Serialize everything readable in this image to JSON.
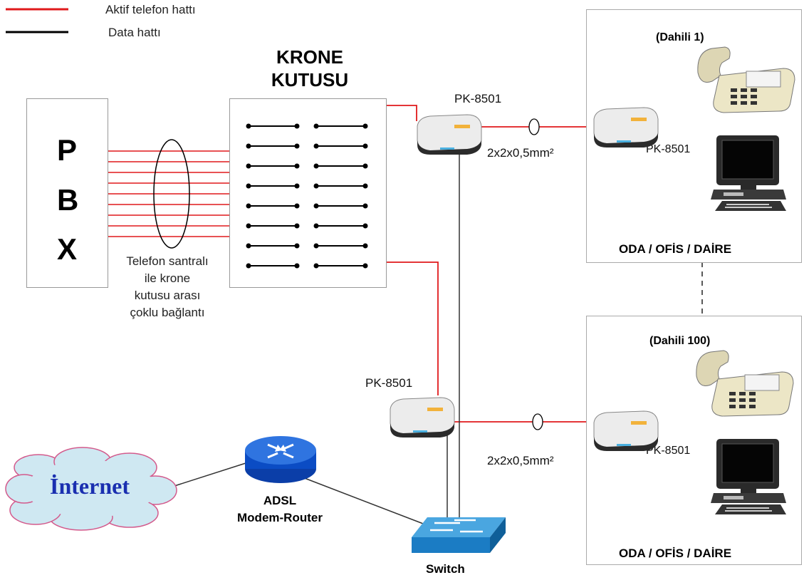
{
  "legend": {
    "red_label": "Aktif telefon hattı",
    "black_label": "Data hattı",
    "red_color": "#e0191b",
    "black_color": "#000000"
  },
  "pbx": {
    "letters": [
      "P",
      "B",
      "X"
    ]
  },
  "krone": {
    "title_line1": "KRONE",
    "title_line2": "KUTUSU"
  },
  "pbx_note": [
    "Telefon santralı",
    "ile krone",
    "kutusu arası",
    "çoklu bağlantı"
  ],
  "devices": {
    "pk_top": "PK-8501",
    "pk_mid": "PK-8501",
    "pk_room1": "PK-8501",
    "pk_room2": "PK-8501"
  },
  "cables": {
    "top": "2x2x0,5mm²",
    "bottom": "2x2x0,5mm²"
  },
  "rooms": {
    "room1_ext": "(Dahili 1)",
    "room1_label": "ODA / OFİS / DAİRE",
    "room2_ext": "(Dahili 100)",
    "room2_label": "ODA / OFİS / DAİRE"
  },
  "internet": {
    "label": "İnternet",
    "text_color": "#1a2fb0",
    "fill": "#cfe8f2",
    "stroke": "#d35a8c"
  },
  "router": {
    "line1": "ADSL",
    "line2": "Modem-Router"
  },
  "switch": {
    "label": "Switch"
  }
}
